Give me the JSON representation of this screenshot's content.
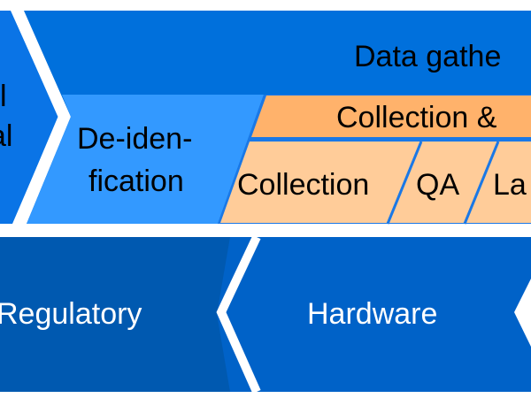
{
  "colors": {
    "background": "#ffffff",
    "left_stage": "#0a74e6",
    "data_gathering": "#0070dc",
    "deidentification": "#3399ff",
    "collection_header": "#ffb26b",
    "collection_sub": "#ffcc99",
    "divider_line": "#1a78e6",
    "bottom_left": "#0059b0",
    "bottom_right": "#0062c8",
    "separator": "#ffffff",
    "text_dark": "#000000",
    "text_light": "#ffffff"
  },
  "top_row": {
    "left_stage": {
      "lines": [
        "l",
        "al"
      ]
    },
    "data_gathering": {
      "label": "Data gathe"
    },
    "deidentification": {
      "lines": [
        "De-iden-",
        "fication"
      ]
    },
    "collection_header": {
      "label": "Collection &"
    },
    "substeps": [
      {
        "label": "Collection"
      },
      {
        "label": "QA"
      },
      {
        "label": "La"
      }
    ]
  },
  "bottom_row": {
    "items": [
      {
        "label": "Regulatory"
      },
      {
        "label": "Hardware"
      }
    ]
  }
}
